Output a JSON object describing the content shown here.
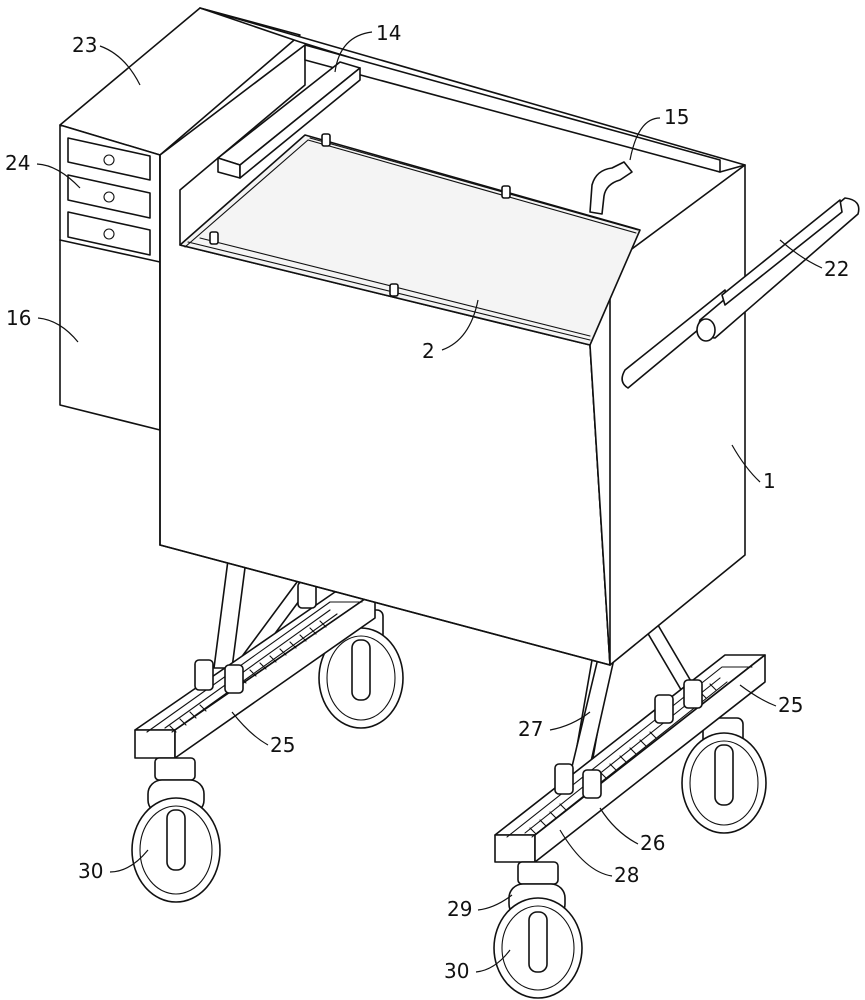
{
  "labels": {
    "n1": "1",
    "n2": "2",
    "n14": "14",
    "n15": "15",
    "n16": "16",
    "n22": "22",
    "n23": "23",
    "n24": "24",
    "n25a": "25",
    "n25b": "25",
    "n26": "26",
    "n27": "27",
    "n28": "28",
    "n29": "29",
    "n30a": "30",
    "n30b": "30"
  }
}
